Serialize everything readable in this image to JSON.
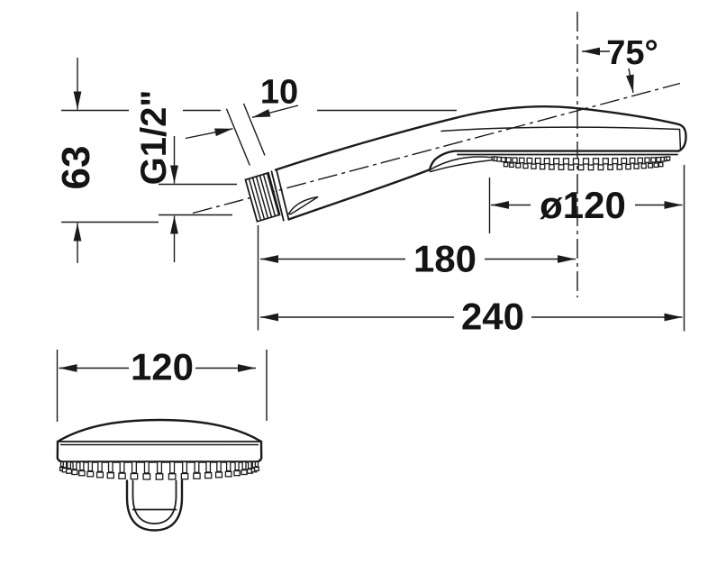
{
  "diagram": {
    "subject": "hand-shower technical dimension drawing",
    "background": "#ffffff",
    "line_color": "#1b1b1b",
    "dimensions": {
      "spray_angle": {
        "label": "75°"
      },
      "connector_offset": {
        "label": "10"
      },
      "thread_size": {
        "label": "G1/2\""
      },
      "inlet_height": {
        "label": "63"
      },
      "head_diameter": {
        "label": "ø120"
      },
      "head_center_distance": {
        "label": "180"
      },
      "total_length": {
        "label": "240"
      },
      "head_width_top_view": {
        "label": "120"
      }
    }
  }
}
